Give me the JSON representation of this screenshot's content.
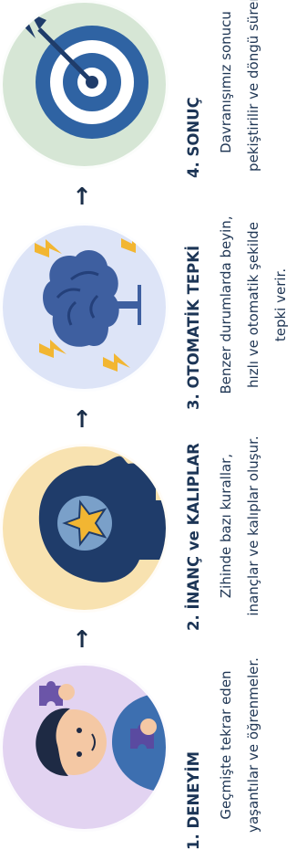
{
  "steps": [
    {
      "title": "1. DENEYİM",
      "text": "Geçmişte tekrar eden yaşantılar ve öğrenmeler.",
      "icon": "child-puzzle-icon",
      "bg": "#e2d3f1"
    },
    {
      "title": "2. İNANÇ ve KALIPLAR",
      "text": "Zihinde bazı kurallar, inançlar ve kalıplar oluşur.",
      "icon": "head-star-icon",
      "bg": "#f8e2b0"
    },
    {
      "title": "3. OTOMATİK TEPKİ",
      "text": "Benzer durumlarda beyin, hızlı ve otomatik şekilde tepki verir.",
      "icon": "brain-lightning-icon",
      "bg": "#dde4f7"
    },
    {
      "title": "4. SONUÇ",
      "text": "Davranışımız sonucu pekiştirilir ve döngü sürer.",
      "icon": "target-arrow-icon",
      "bg": "#d6e6d5"
    }
  ],
  "arrow_glyph": "↑",
  "colors": {
    "navy": "#1c3556",
    "accent_blue": "#2f63a3",
    "star": "#f2b632"
  }
}
